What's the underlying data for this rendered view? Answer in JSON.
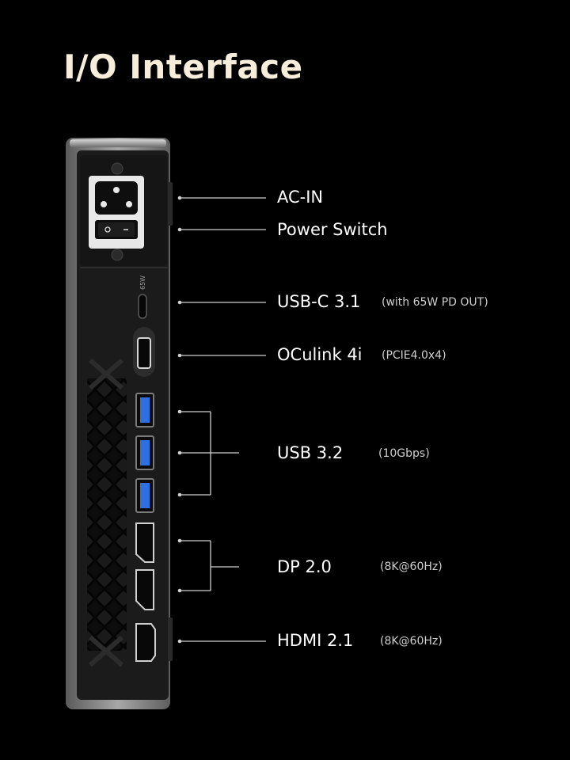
{
  "page": {
    "title": "I/O Interface"
  },
  "device": {
    "usbc_etch": "65W"
  },
  "ports": [
    {
      "name": "ac-in",
      "label": "AC-IN",
      "note": ""
    },
    {
      "name": "power-switch",
      "label": "Power Switch",
      "note": ""
    },
    {
      "name": "usb-c",
      "label": "USB-C 3.1",
      "note": "(with 65W PD OUT)"
    },
    {
      "name": "oculink",
      "label": "OCulink 4i",
      "note": "(PCIE4.0x4)"
    },
    {
      "name": "usb32",
      "label": "USB 3.2",
      "note": "(10Gbps)"
    },
    {
      "name": "dp",
      "label": "DP 2.0",
      "note": "(8K@60Hz)"
    },
    {
      "name": "hdmi",
      "label": "HDMI 2.1",
      "note": "(8K@60Hz)"
    }
  ],
  "colors": {
    "title": "#f6eedb",
    "usb_blue": "#2f6fe0",
    "line": "#cfcfcf",
    "chassis": "#1c1c1c"
  }
}
